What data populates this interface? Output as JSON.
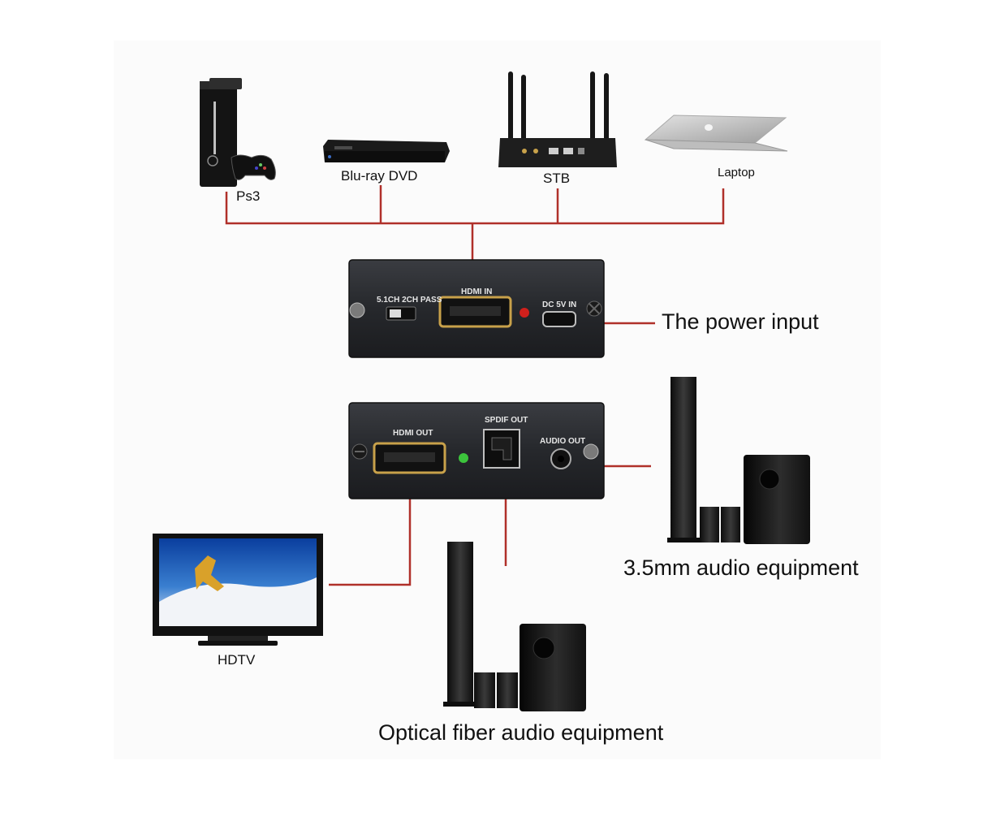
{
  "sources": {
    "ps3": {
      "label": "Ps3",
      "icon": "game-console-icon"
    },
    "bluray": {
      "label": "Blu-ray DVD",
      "icon": "bluray-player-icon"
    },
    "stb": {
      "label": "STB",
      "icon": "router-stb-icon"
    },
    "laptop": {
      "label": "Laptop",
      "icon": "laptop-icon"
    }
  },
  "input_panel": {
    "switch_label": "5.1CH 2CH PASS",
    "hdmi_in_label": "HDMI IN",
    "dc_label": "DC 5V IN",
    "led_color": "#d0201c"
  },
  "output_panel": {
    "hdmi_out_label": "HDMI OUT",
    "spdif_label": "SPDIF OUT",
    "audio_out_label": "AUDIO OUT",
    "led_color": "#3cc43c"
  },
  "callouts": {
    "power": "The power input",
    "analog_audio": "3.5mm audio equipment",
    "hdtv": "HDTV",
    "optical": "Optical fiber audio equipment"
  },
  "colors": {
    "connector_line": "#b0302a",
    "panel": "#2b2d31"
  }
}
